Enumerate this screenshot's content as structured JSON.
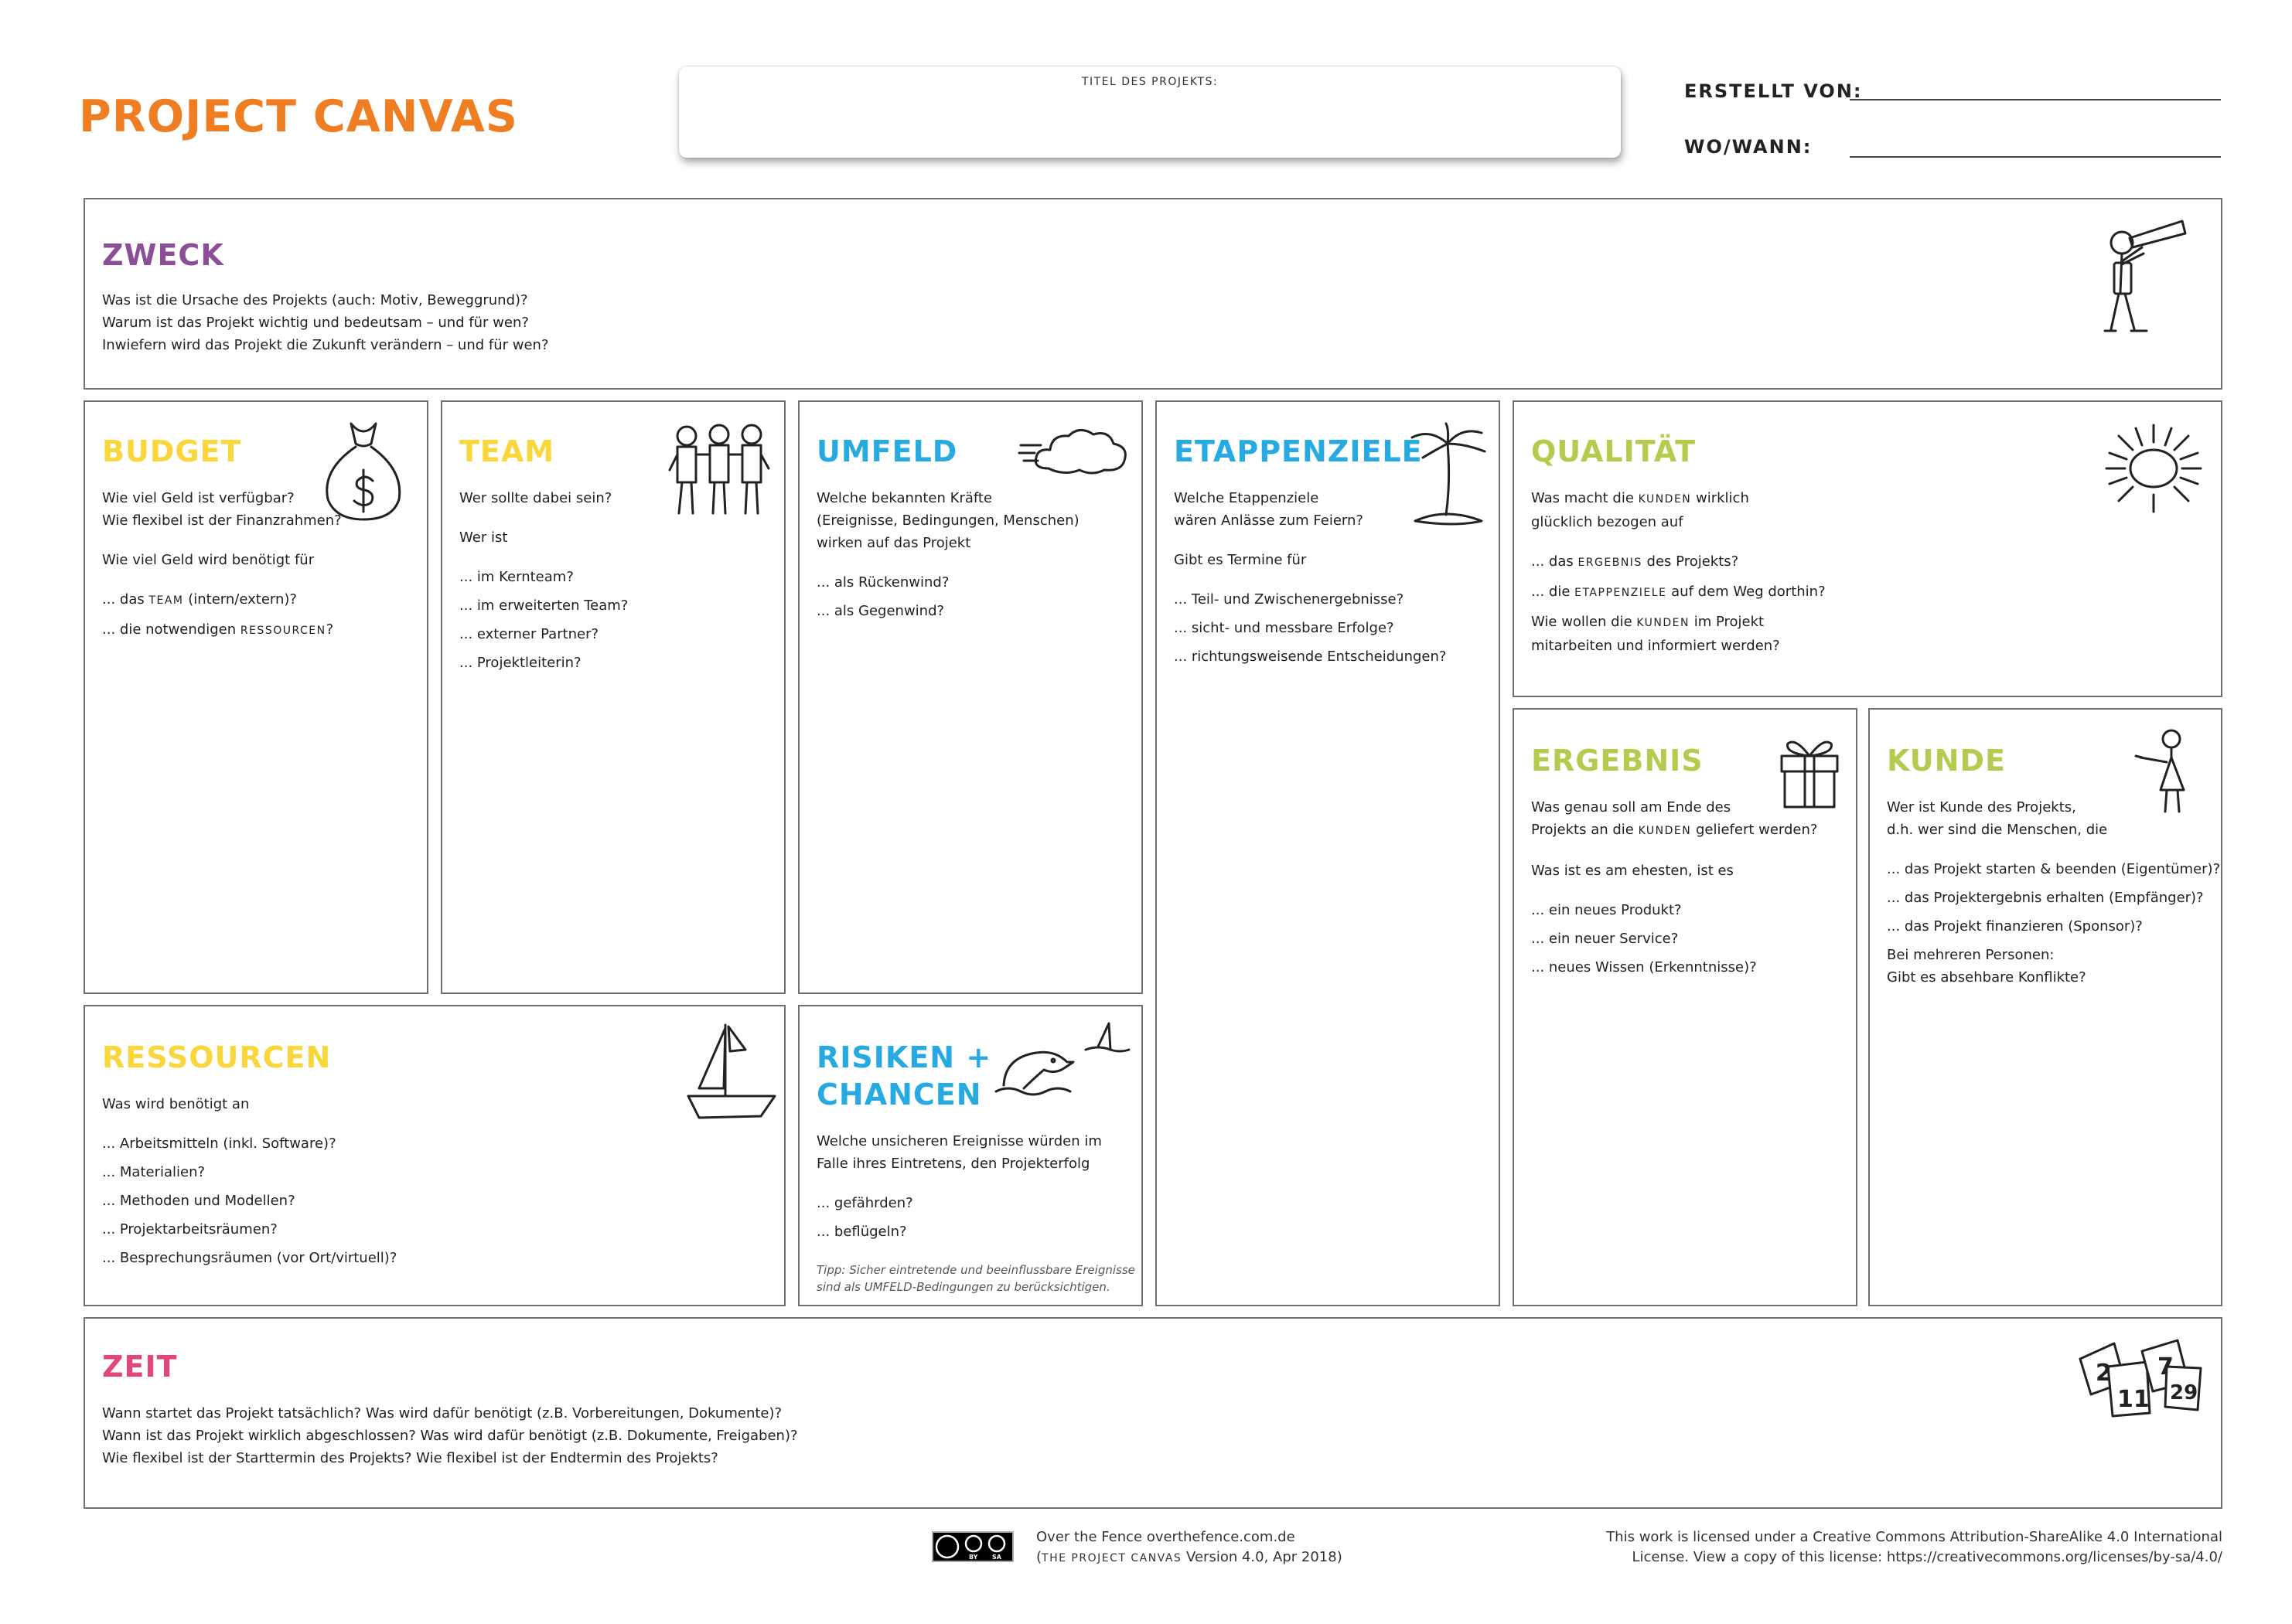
{
  "header": {
    "title": "PROJECT CANVAS",
    "project_title_label": "TITEL DES PROJEKTS:",
    "created_by_label": "ERSTELLT VON:",
    "where_when_label": "WO/WANN:"
  },
  "zweck": {
    "title": "ZWECK",
    "lines": [
      "Was ist die Ursache des Projekts (auch: Motiv, Beweggrund)?",
      "Warum ist das Projekt wichtig und bedeutsam – und für wen?",
      "Inwiefern wird das Projekt die Zukunft verändern – und für wen?"
    ]
  },
  "budget": {
    "title": "BUDGET",
    "q1": "Wie viel Geld ist verfügbar?",
    "q2": "Wie flexibel ist der Finanzrahmen?",
    "q3": "Wie viel Geld wird benötigt für",
    "i1_pre": "...  das ",
    "i1_sc": "TEAM",
    "i1_post": " (intern/extern)?",
    "i2_pre": "...  die notwendigen ",
    "i2_sc": "RESSOURCEN",
    "i2_post": "?"
  },
  "team": {
    "title": "TEAM",
    "q1": "Wer sollte dabei sein?",
    "q2": "Wer ist",
    "items": [
      "...  im Kernteam?",
      "...  im erweiterten Team?",
      "...  externer Partner?",
      "...  Projektleiterin?"
    ]
  },
  "umfeld": {
    "title": "UMFELD",
    "lines": [
      "Welche bekannten Kräfte",
      "(Ereignisse, Bedingungen, Menschen)",
      "wirken auf das Projekt"
    ],
    "items": [
      "...  als Rückenwind?",
      "...  als Gegenwind?"
    ]
  },
  "etappenziele": {
    "title": "ETAPPENZIELE",
    "lines": [
      "Welche Etappenziele",
      "wären Anlässe zum Feiern?"
    ],
    "q2": "Gibt es Termine für",
    "items": [
      "...  Teil- und Zwischenergebnisse?",
      "...  sicht- und messbare Erfolge?",
      "...  richtungsweisende Entscheidungen?"
    ]
  },
  "qualitaet": {
    "title": "QUALITÄT",
    "l1_pre": "Was macht die ",
    "l1_sc": "KUNDEN",
    "l1_post": " wirklich",
    "l2": "glücklich bezogen auf",
    "i1_pre": "...  das ",
    "i1_sc": "ERGEBNIS",
    "i1_post": " des Projekts?",
    "i2_pre": "...  die ",
    "i2_sc": "ETAPPENZIELE",
    "i2_post": " auf dem Weg dorthin?",
    "l3_pre": "Wie wollen die ",
    "l3_sc": "KUNDEN",
    "l3_post": " im Projekt",
    "l4": "mitarbeiten und informiert werden?"
  },
  "ergebnis": {
    "title": "ERGEBNIS",
    "l1": "Was genau soll am Ende des",
    "l2_pre": "Projekts an die ",
    "l2_sc": "KUNDEN",
    "l2_post": " geliefert werden?",
    "q2": "Was ist es am ehesten, ist es",
    "items": [
      "...  ein neues Produkt?",
      "...  ein neuer Service?",
      "...  neues Wissen (Erkenntnisse)?"
    ]
  },
  "kunde": {
    "title": "KUNDE",
    "lines": [
      "Wer ist Kunde des Projekts,",
      "d.h. wer sind die Menschen, die"
    ],
    "items": [
      "...  das Projekt starten & beenden (Eigentümer)?",
      "...  das Projektergebnis erhalten (Empfänger)?",
      "...  das Projekt finanzieren (Sponsor)?"
    ],
    "tail": [
      "Bei mehreren Personen:",
      "Gibt es absehbare Konflikte?"
    ]
  },
  "ressourcen": {
    "title": "RESSOURCEN",
    "q1": "Was wird benötigt an",
    "items": [
      "...  Arbeitsmitteln (inkl. Software)?",
      "...  Materialien?",
      "...  Methoden und Modellen?",
      "...  Projektarbeitsräumen?",
      "...  Besprechungsräumen (vor Ort/virtuell)?"
    ]
  },
  "risiken": {
    "title1": "RISIKEN +",
    "title2": "CHANCEN",
    "lines": [
      "Welche unsicheren Ereignisse würden im",
      "Falle ihres Eintretens, den Projekterfolg"
    ],
    "items": [
      "...  gefährden?",
      "...  beflügeln?"
    ],
    "note": [
      "Tipp: Sicher eintretende und beeinflussbare Ereignisse",
      "sind als UMFELD-Bedingungen zu berücksichtigen."
    ]
  },
  "zeit": {
    "title": "ZEIT",
    "lines": [
      "Wann startet das Projekt tatsächlich? Was wird dafür benötigt (z.B. Vorbereitungen, Dokumente)?",
      "Wann ist das Projekt wirklich abgeschlossen? Was wird dafür benötigt (z.B. Dokumente, Freigaben)?",
      "Wie flexibel ist der Starttermin des Projekts? Wie flexibel ist der Endtermin des Projekts?"
    ],
    "calendar_numbers": [
      "2",
      "11",
      "7",
      "29"
    ]
  },
  "footer": {
    "cc_labels": [
      "BY",
      "SA"
    ],
    "author": "Over the Fence overthefence.com.de",
    "version_pre": "(",
    "version_sc": "THE PROJECT CANVAS",
    "version_post": " Version 4.0, Apr 2018)",
    "license1": "This work is licensed under a Creative Commons Attribution-ShareAlike 4.0 International",
    "license2": "License. View a copy of this license: https://creativecommons.org/licenses/by-sa/4.0/"
  },
  "colors": {
    "title_orange": "#ef7d22",
    "purple": "#8b4f98",
    "yellow": "#f9d63a",
    "blue": "#27a9e1",
    "green": "#b3cc4d",
    "pink": "#e3457f",
    "border": "#6f6f6f"
  }
}
